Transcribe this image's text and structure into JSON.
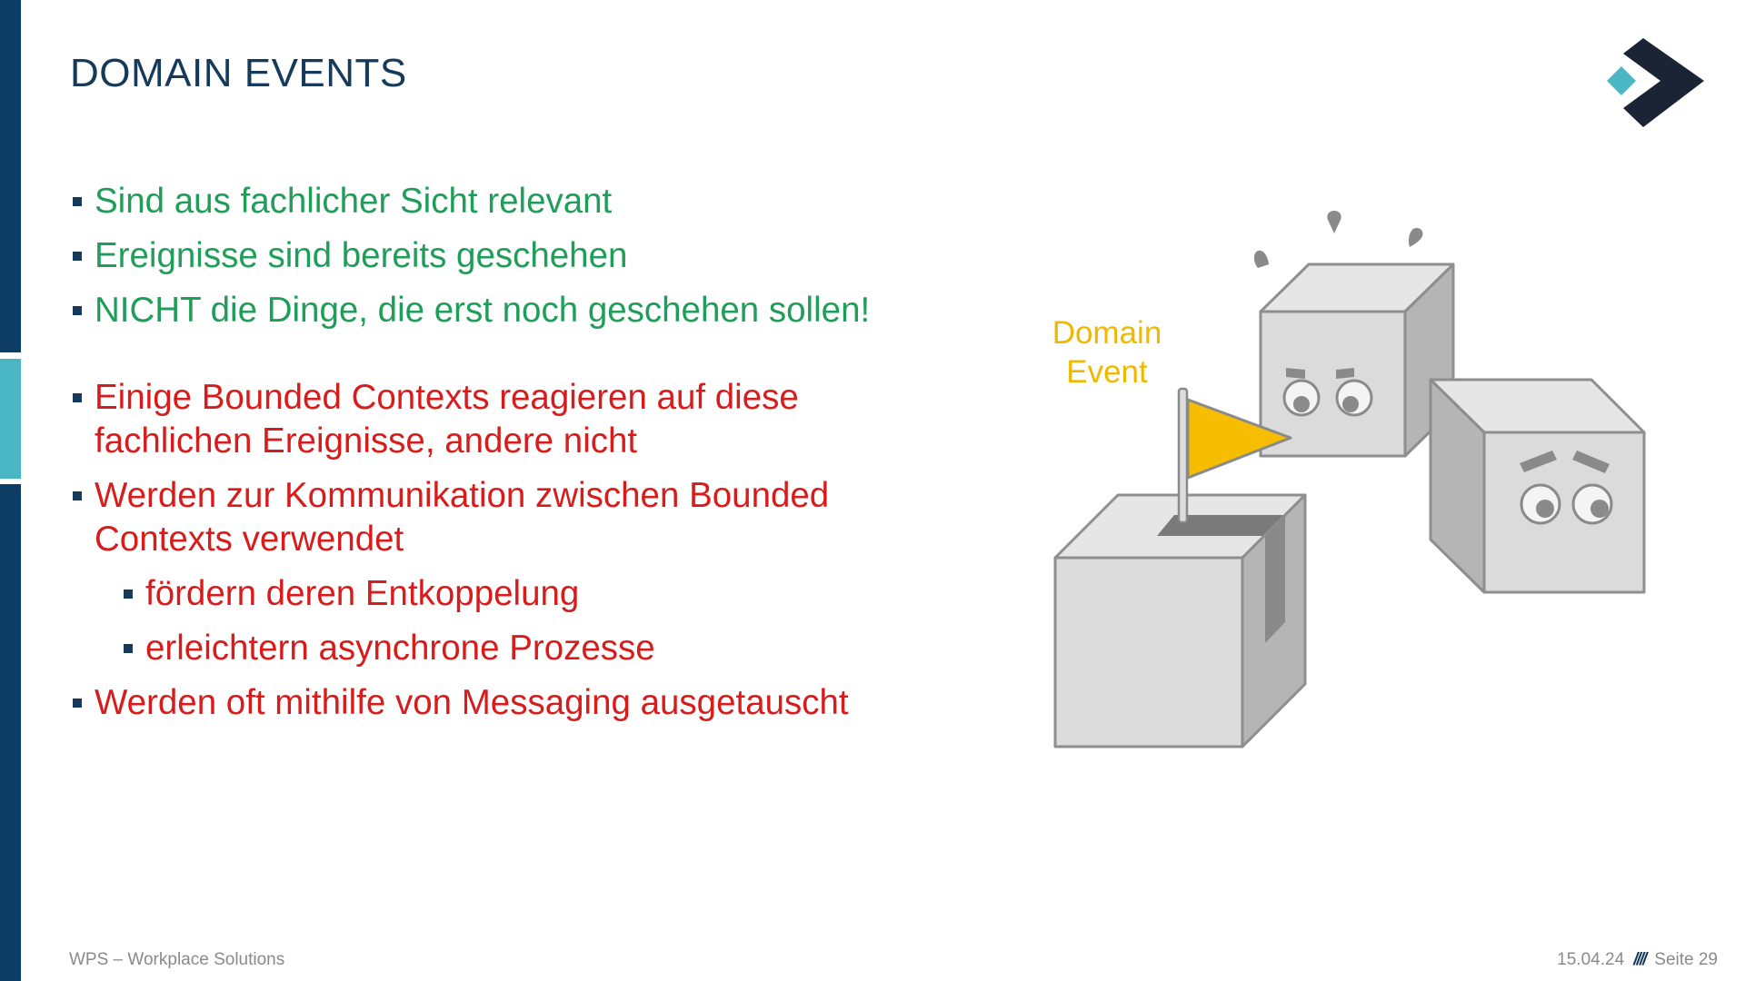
{
  "slide": {
    "title": "DOMAIN EVENTS",
    "bullets_green": [
      "Sind aus fachlicher Sicht relevant",
      "Ereignisse sind bereits geschehen",
      "NICHT die Dinge, die erst noch geschehen sollen!"
    ],
    "bullets_red": [
      "Einige Bounded Contexts reagieren auf diese fachlichen Ereignisse, andere nicht",
      "Werden zur Kommunikation zwischen Bounded Contexts verwendet"
    ],
    "sub_bullets": [
      "fördern deren Entkoppelung",
      "erleichtern asynchrone Prozesse"
    ],
    "bullet_last": "Werden oft mithilfe von Messaging ausgetauscht"
  },
  "illustration": {
    "flag_label_line1": "Domain",
    "flag_label_line2": "Event"
  },
  "footer": {
    "company": "WPS – Workplace Solutions",
    "date": "15.04.24",
    "separator": "////",
    "page": "Seite 29"
  },
  "colors": {
    "brand_navy": "#0d3d65",
    "brand_teal": "#4bb7c4",
    "text_green": "#1e9e58",
    "text_red": "#d81c1c",
    "flag_yellow": "#f7bd00"
  },
  "icons": {
    "logo": "wps-chevron-logo-icon",
    "bullet": "square-bullet-icon"
  }
}
